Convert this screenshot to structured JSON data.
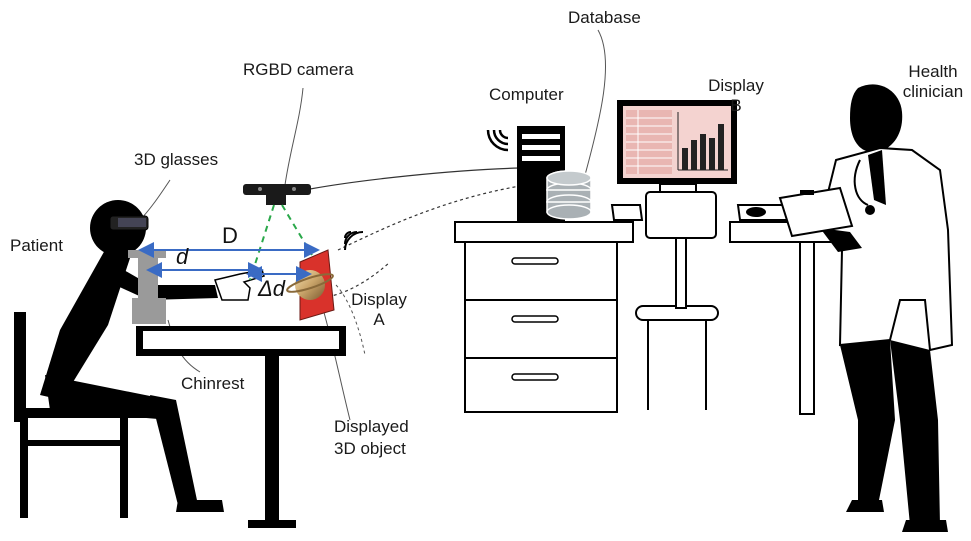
{
  "labels": {
    "database": "Database",
    "rgbd_camera": "RGBD camera",
    "computer": "Computer",
    "display_b_line1": "Display",
    "display_b_line2": "B",
    "health_line1": "Health",
    "health_line2": "clinician",
    "glasses": "3D glasses",
    "patient": "Patient",
    "display_a_line1": "Display",
    "display_a_line2": "A",
    "chinrest": "Chinrest",
    "displayed_line1": "Displayed",
    "displayed_line2": "3D object"
  },
  "measures": {
    "big_d": "D",
    "small_d": "d",
    "delta_d": "Δd"
  },
  "colors": {
    "silhouette": "#000000",
    "arrow": "#3a6bc4",
    "fov": "#2aa84a",
    "screen_red": "#d9322b",
    "chart_bg": "#f4d3d0",
    "chinrest": "#9a9a9a",
    "database_gray": "#a9b0b4"
  }
}
